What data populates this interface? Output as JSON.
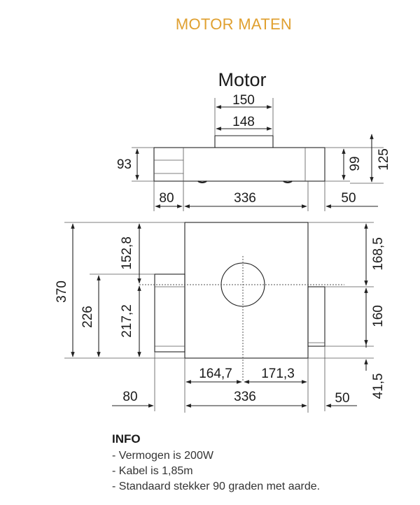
{
  "page_title": "MOTOR MATEN",
  "diagram": {
    "title": "Motor",
    "top_view": {
      "dim_150": "150",
      "dim_148": "148",
      "dim_93": "93",
      "dim_99": "99",
      "dim_125": "125",
      "dim_80": "80",
      "dim_336": "336",
      "dim_50": "50"
    },
    "front_view": {
      "dim_370": "370",
      "dim_226": "226",
      "dim_152_8": "152,8",
      "dim_217_2": "217,2",
      "dim_168_5": "168,5",
      "dim_160": "160",
      "dim_41_5": "41,5",
      "dim_164_7": "164,7",
      "dim_171_3": "171,3",
      "dim_80": "80",
      "dim_336": "336",
      "dim_50": "50"
    }
  },
  "info": {
    "heading": "INFO",
    "items": [
      "- Vermogen is 200W",
      "- Kabel is 1,85m",
      "- Standaard stekker 90 graden met aarde."
    ]
  }
}
